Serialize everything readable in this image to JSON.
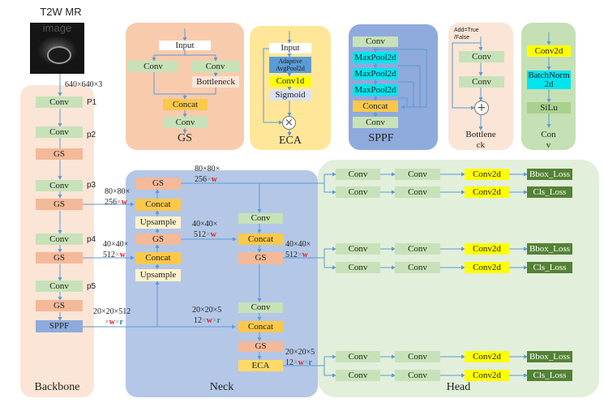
{
  "input": {
    "title_line1": "T2W MR",
    "title_line2": "image",
    "shape": "640×640×3"
  },
  "backbone": {
    "title": "Backbone",
    "blocks": [
      "Conv",
      "Conv",
      "GS",
      "Conv",
      "GS",
      "Conv",
      "GS",
      "Conv",
      "GS",
      "SPPF"
    ],
    "stage_labels": [
      "P1",
      "p2",
      "p3",
      "p4",
      "p5"
    ]
  },
  "gs_module": {
    "title": "GS",
    "input": "Input",
    "conv_left": "Conv",
    "conv_right": "Conv",
    "bottleneck": "Bottleneck",
    "concat": "Concat",
    "conv_out": "Conv"
  },
  "eca_module": {
    "title": "ECA",
    "input": "Input",
    "pool_line1": "Adaptive",
    "pool_line2": "AvgPool2d",
    "conv1d": "Conv1d",
    "sigmoid": "Sigmoid",
    "multiply_symbol": "×"
  },
  "sppf_module": {
    "title": "SPPF",
    "conv_in": "Conv",
    "maxpool": [
      "MaxPool2d",
      "MaxPool2d",
      "MaxPool2d"
    ],
    "concat": "Concat",
    "conv_out": "Conv"
  },
  "bottleneck_module": {
    "title_line1": "Bottlene",
    "title_line2": "ck",
    "add_line1": "Add=True",
    "add_line2": "/False",
    "conv1": "Conv",
    "conv2": "Conv",
    "add_symbol": "+"
  },
  "conv_module": {
    "title_line1": "Con",
    "title_line2": "v",
    "conv2d": "Conv2d",
    "bn_line1": "BatchNorm",
    "bn_line2": "2d",
    "silu": "SiLu"
  },
  "neck": {
    "title": "Neck",
    "left_column": [
      "GS",
      "Concat",
      "Upsample",
      "GS",
      "Concat",
      "Upsample"
    ],
    "right_column": [
      "Conv",
      "Concat",
      "GS",
      "Conv",
      "Concat",
      "GS",
      "ECA"
    ]
  },
  "dims": {
    "p3_out": {
      "line1": "80×80×",
      "line2": "256",
      "w": "w"
    },
    "p4_out": {
      "line1": "40×40×",
      "line2": "512",
      "w": "w"
    },
    "sppf_out": {
      "line1": "20×20×512",
      "w": "w",
      "r": "r"
    },
    "neck_top": {
      "line1": "80×80×",
      "line2": "256",
      "w": "w"
    },
    "neck_mid": {
      "line1": "40×40×",
      "line2": "512",
      "w": "w"
    },
    "neck_low": {
      "line1": "20×20×5",
      "line2": "12",
      "w": "w",
      "r": "r"
    },
    "head_mid": {
      "line1": "40×40×",
      "line2": "512",
      "w": "w"
    },
    "head_low": {
      "line1": "20×20×5",
      "line2": "12",
      "w": "w",
      "r": "r"
    },
    "times": "×"
  },
  "head": {
    "title": "Head",
    "rows": [
      [
        "Conv",
        "Conv",
        "Conv2d",
        "Bbox_Loss"
      ],
      [
        "Conv",
        "Conv",
        "Conv2d",
        "Cls_Loss"
      ],
      [
        "Conv",
        "Conv",
        "Conv2d",
        "Bbox_Loss"
      ],
      [
        "Conv",
        "Conv",
        "Conv2d",
        "Cls_Loss"
      ],
      [
        "Conv",
        "Conv",
        "Conv2d",
        "Bbox_Loss"
      ],
      [
        "Conv",
        "Conv",
        "Conv2d",
        "Cls_Loss"
      ]
    ]
  },
  "colors": {
    "conv": "#c7e2b8",
    "gs": "#f4b999",
    "concat": "#fbc84a",
    "loss": "#548235",
    "conv2d": "#ffff00",
    "wire": "#5b9bd5",
    "weight_w": "#e0202a",
    "ratio_r": "#1d8a8a"
  }
}
